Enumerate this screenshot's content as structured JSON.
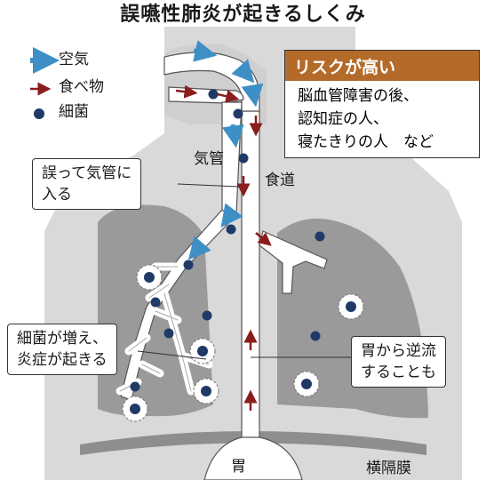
{
  "title": "誤嚥性肺炎が起きるしくみ",
  "legend": {
    "air": "空気",
    "food": "食べ物",
    "bacteria": "細菌"
  },
  "risk": {
    "heading": "リスクが高い",
    "lines": [
      "脳血管障害の後、",
      "認知症の人、",
      "寝たきりの人　など"
    ]
  },
  "labels": {
    "trachea": "気管",
    "esophagus": "食道",
    "stomach": "胃",
    "diaphragm": "横隔膜"
  },
  "callouts": {
    "aspiration": [
      "誤って気管に",
      "入る"
    ],
    "bacteria_grow": [
      "細菌が増え、",
      "炎症が起きる"
    ],
    "reflux": [
      "胃から逆流",
      "することも"
    ]
  },
  "colors": {
    "air_arrow": "#3d8fc6",
    "food_arrow": "#8b1d1d",
    "bacteria": "#1f3a66",
    "risk_header": "#b46a28",
    "body_gray": "#d9d9d9",
    "lung_gray": "#9a9a9a"
  }
}
